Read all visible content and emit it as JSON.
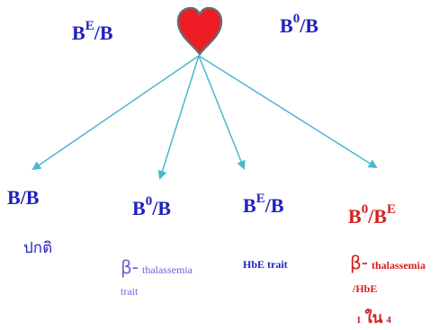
{
  "parents": {
    "left": {
      "base": "B",
      "sup": "E",
      "rest": "/B"
    },
    "right": {
      "base": "B",
      "sup": "0",
      "rest": "/B"
    }
  },
  "offspring": [
    {
      "genotype": {
        "base": "B",
        "sup": "",
        "rest": "/B"
      },
      "label": "ปกติ"
    },
    {
      "genotype": {
        "base": "B",
        "sup": "0",
        "rest": "/B"
      },
      "label_symbol": "β-",
      "label_word": "thalassemia",
      "label_line2": "trait"
    },
    {
      "genotype": {
        "base": "B",
        "sup": "E",
        "rest": "/B"
      },
      "label": "HbE trait"
    },
    {
      "genotype": {
        "base": "B",
        "sup": "0",
        "rest": "/B",
        "sup2": "E"
      },
      "label_symbol": "β-",
      "label_word": "thalassemia",
      "label_line2": "/HbE",
      "probability_num": "1",
      "probability_text": "ใน",
      "probability_den": "4"
    }
  ],
  "colors": {
    "heart": "#ee1c24",
    "heart_outline": "#6b6b6b",
    "arrow": "#4bb6cf",
    "blue_text": "#1f1fbf",
    "red_text": "#d42020",
    "purple_text": "#7b5cd6"
  }
}
